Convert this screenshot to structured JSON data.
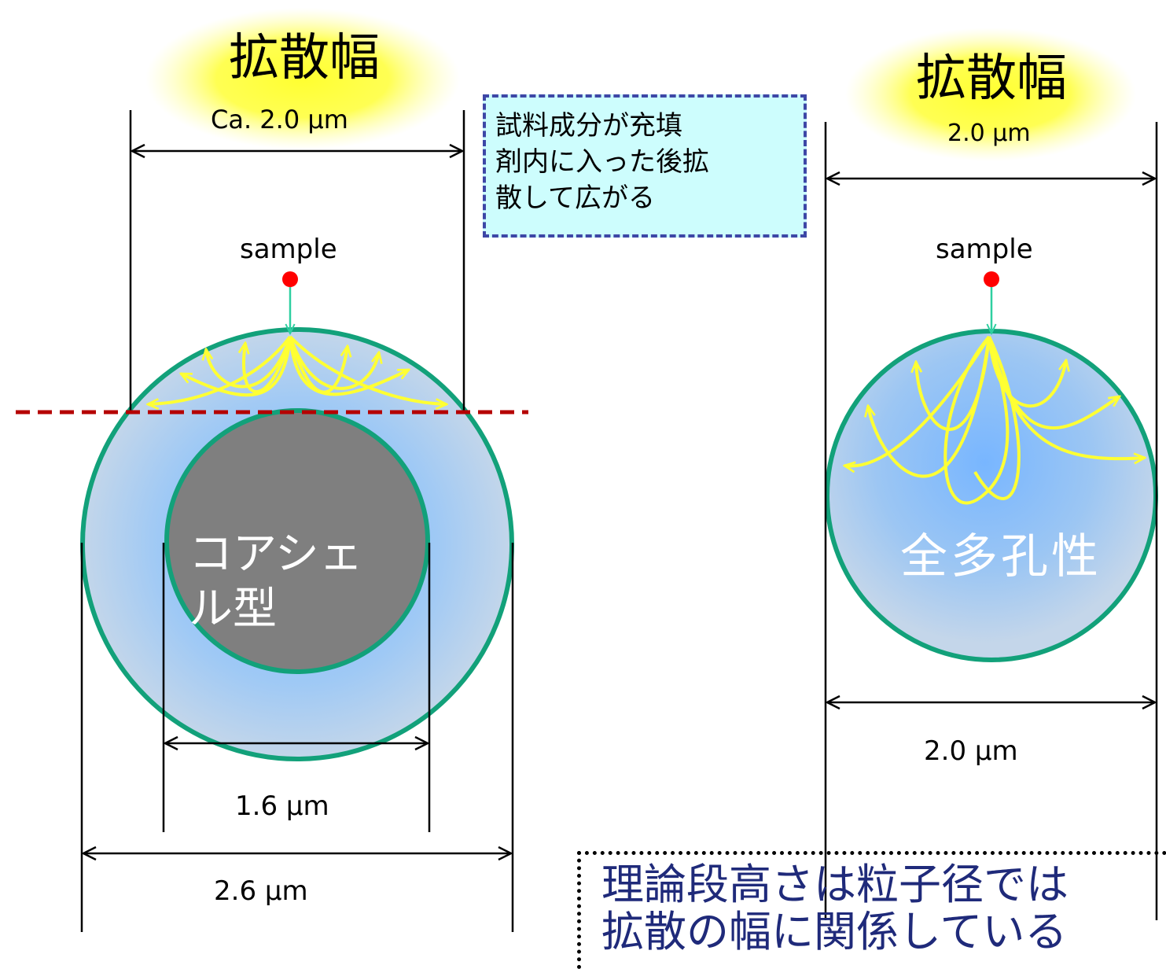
{
  "left_diagram": {
    "title": "拡散幅",
    "width_label": "Ca. 2.0 μm",
    "sample_label": "sample",
    "core_label": "コアシェル型",
    "core_diameter_label": "1.6 μm",
    "particle_diameter_label": "2.6 μm"
  },
  "note": {
    "lines": [
      "試料成分が充填",
      "剤内に入った後拡",
      "散して広がる"
    ]
  },
  "right_diagram": {
    "title": "拡散幅",
    "width_label": "2.0 μm",
    "sample_label": "sample",
    "particle_label": "全多孔性",
    "particle_diameter_label": "2.0 μm"
  },
  "conclusion": {
    "lines": [
      "理論段高さは粒子径では",
      "拡散の幅に関係している"
    ]
  },
  "colors": {
    "particle_border": "#12a17a",
    "core_fill": "#7f7f7f",
    "diffusion_arrows": "#ffff33",
    "sample_dot": "#ff0000",
    "cut_line": "#b50000",
    "highlight": "#ffff30"
  }
}
